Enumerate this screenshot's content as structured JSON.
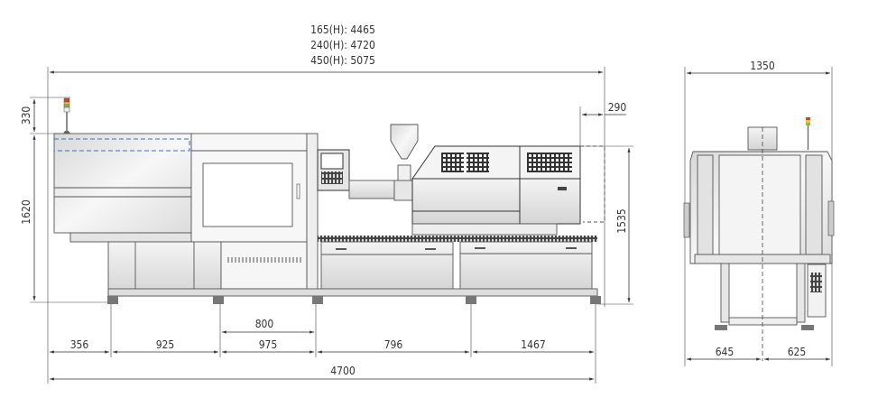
{
  "overall_length_notes": [
    "165(H): 4465",
    "240(H): 4720",
    "450(H): 5075"
  ],
  "front_view": {
    "beacon_height": "330",
    "machine_height": "1620",
    "injection_height": "1535",
    "injection_overhang": "290",
    "nozzle_span": "800",
    "segments": [
      "356",
      "925",
      "975",
      "796",
      "1467"
    ],
    "total_length": "4700"
  },
  "side_view": {
    "width": "1350",
    "left_half": "645",
    "right_half": "625"
  },
  "colors": {
    "line": "#333333",
    "panel": "#e8e8e8",
    "dashed_blue": "#3a6fc4",
    "beacon_red": "#d9412b",
    "beacon_yellow": "#e9c932",
    "beacon_green": "#8fbf3a"
  }
}
